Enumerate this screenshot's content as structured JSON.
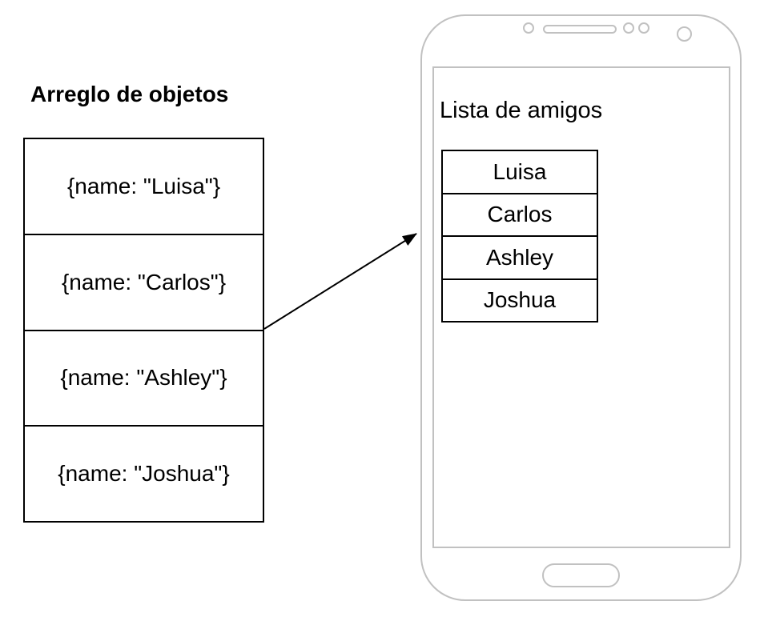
{
  "diagram": {
    "array_panel": {
      "title": "Arreglo de objetos",
      "items": [
        "{name: \"Luisa\"}",
        "{name: \"Carlos\"}",
        "{name: \"Ashley\"}",
        "{name: \"Joshua\"}"
      ]
    },
    "phone": {
      "screen_title": "Lista de amigos",
      "friends": [
        "Luisa",
        "Carlos",
        "Ashley",
        "Joshua"
      ]
    },
    "icons": {
      "sensor_dot": "sensor-dot-icon",
      "speaker": "speaker-slot-icon",
      "camera": "front-camera-icon",
      "home_button": "home-button",
      "arrow": "array-to-list-arrow"
    },
    "colors": {
      "stroke": "#000000",
      "text": "#000000",
      "device_outline": "#c1c1c1",
      "background": "#ffffff"
    }
  }
}
